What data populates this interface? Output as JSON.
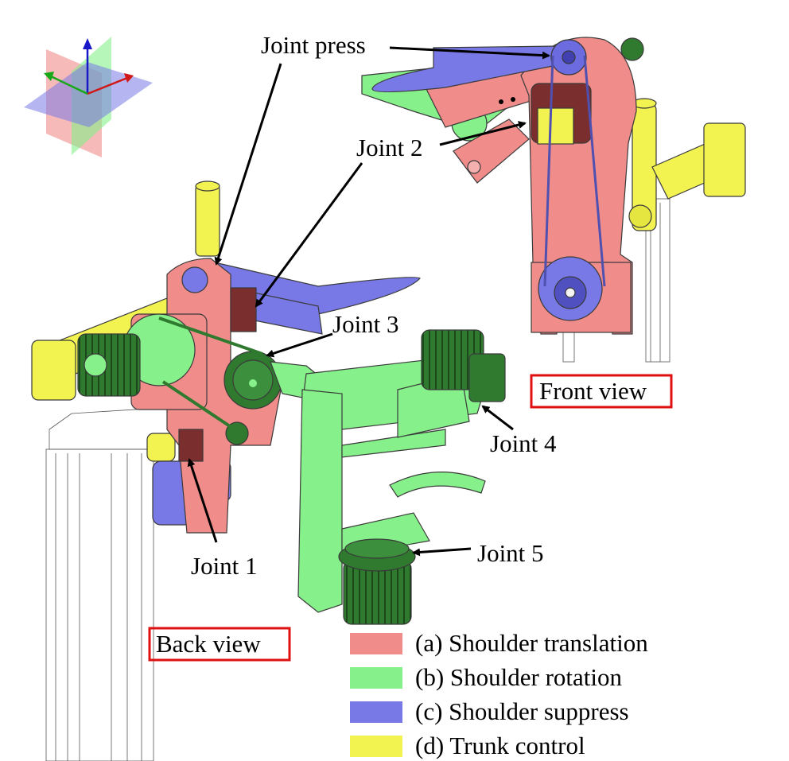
{
  "colors": {
    "shoulder_translation": "#f08c8a",
    "shoulder_rotation": "#86f08a",
    "shoulder_suppress": "#7878e6",
    "trunk_control": "#f2f250",
    "view_box": "#e01010",
    "axis_x": "#d01818",
    "axis_y": "#18a818",
    "axis_z": "#1818c8"
  },
  "labels": {
    "joint_press": "Joint press",
    "joint_1": "Joint 1",
    "joint_2": "Joint 2",
    "joint_3": "Joint 3",
    "joint_4": "Joint 4",
    "joint_5": "Joint 5",
    "front_view": "Front view",
    "back_view": "Back view"
  },
  "legend": [
    {
      "text": "(a) Shoulder translation",
      "color": "#f08c8a"
    },
    {
      "text": "(b) Shoulder rotation",
      "color": "#86f08a"
    },
    {
      "text": "(c) Shoulder suppress",
      "color": "#7878e6"
    },
    {
      "text": "(d) Trunk control",
      "color": "#f2f250"
    }
  ],
  "icons": {
    "axis_triad": "coordinate-axes-icon"
  }
}
